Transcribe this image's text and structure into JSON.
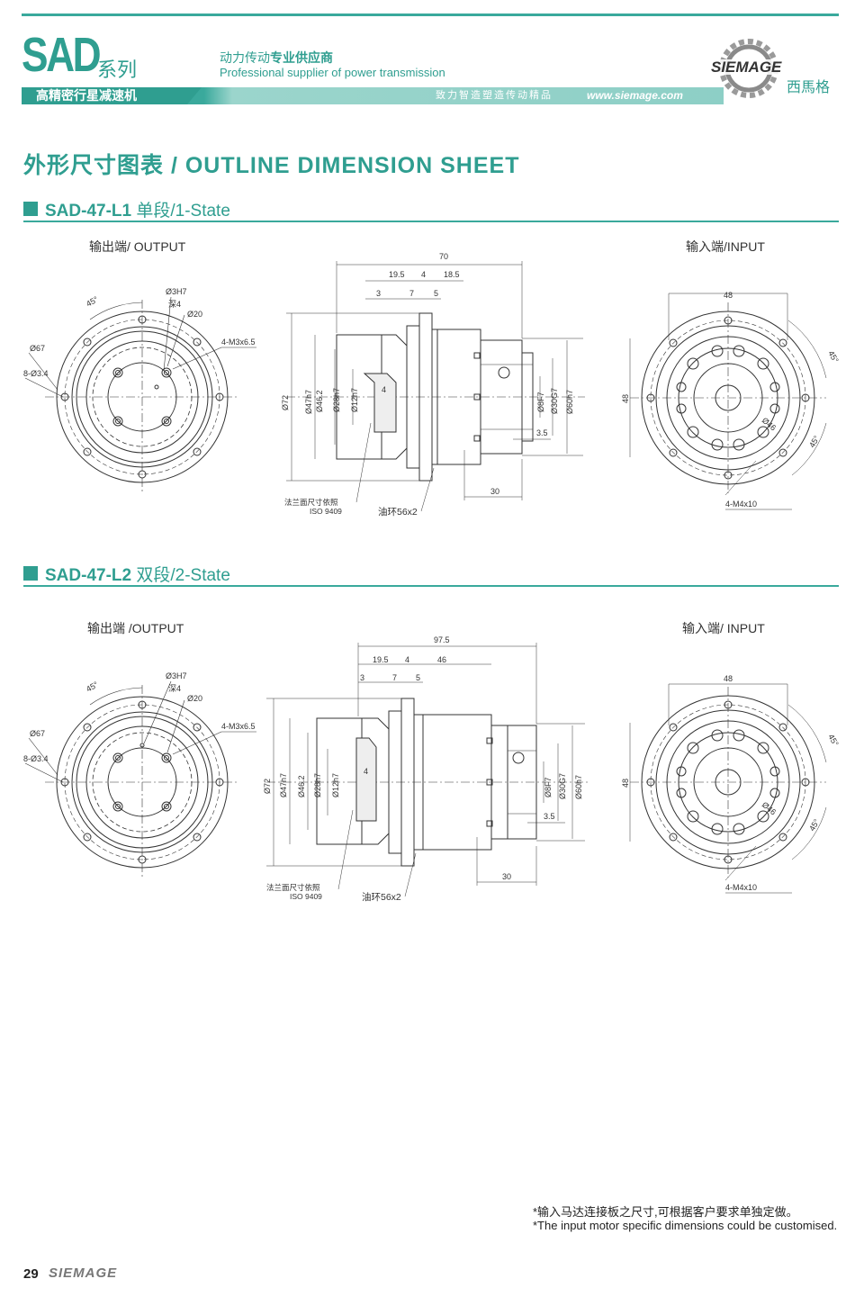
{
  "header": {
    "series_code": "SAD",
    "series_suffix": "系列",
    "product_line": "高精密行星减速机",
    "slogan_cn_prefix": "动力传动",
    "slogan_cn_bold": "专业供应商",
    "slogan_en": "Professional supplier of power transmission",
    "tagline_cn": "致力智造塑造传动精品",
    "website": "www.siemage.com",
    "logo_en": "SIEMAGE",
    "logo_cn": "西馬格"
  },
  "page_title": "外形尺寸图表 / OUTLINE DIMENSION SHEET",
  "sections": [
    {
      "model": "SAD-47-L1",
      "stage": "单段/1-State",
      "output_label": "输出端/ OUTPUT",
      "input_label": "输入端/INPUT",
      "output_dims": {
        "angle": "45°",
        "d3": "Ø3H7",
        "depth": "深4",
        "d20": "Ø20",
        "thread": "4-M3x6.5",
        "d67": "Ø67",
        "holes": "8-Ø3.4"
      },
      "side_dims": {
        "total": "70",
        "a": "19.5",
        "b": "4",
        "c": "18.5",
        "d": "3",
        "e": "7",
        "f": "5",
        "d72": "Ø72",
        "d47": "Ø47h7",
        "d46": "Ø46.2",
        "d28": "Ø28h7",
        "d12": "Ø12h7",
        "key": "4",
        "d8": "Ø8F7",
        "d30": "Ø30G7",
        "d60": "Ø60h7",
        "t35": "3.5",
        "l30": "30",
        "flange_note": "法兰面尺寸依照",
        "iso": "ISO 9409",
        "oilring": "油环56x2"
      },
      "input_dims": {
        "w48": "48",
        "h48": "48",
        "a45a": "45°",
        "a45b": "45°",
        "d46": "Ø46",
        "thread": "4-M4x10"
      }
    },
    {
      "model": "SAD-47-L2",
      "stage": "双段/2-State",
      "output_label": "输出端 /OUTPUT",
      "input_label": "输入端/ INPUT",
      "output_dims": {
        "angle": "45°",
        "d3": "Ø3H7",
        "depth": "深4",
        "d20": "Ø20",
        "thread": "4-M3x6.5",
        "d67": "Ø67",
        "holes": "8-Ø3.4"
      },
      "side_dims": {
        "total": "97.5",
        "a": "19.5",
        "b": "4",
        "c": "46",
        "d": "3",
        "e": "7",
        "f": "5",
        "d72": "Ø72",
        "d47": "Ø47h7",
        "d46": "Ø46.2",
        "d28": "Ø28h7",
        "d12": "Ø12h7",
        "key": "4",
        "d8": "Ø8F7",
        "d30": "Ø30G7",
        "d60": "Ø60h7",
        "t35": "3.5",
        "l30": "30",
        "flange_note": "法兰面尺寸依照",
        "iso": "ISO 9409",
        "oilring": "油环56x2"
      },
      "input_dims": {
        "w48": "48",
        "h48": "48",
        "a45a": "45°",
        "a45b": "45°",
        "d46": "Ø46",
        "thread": "4-M4x10"
      }
    }
  ],
  "notes": {
    "cn": "*输入马达连接板之尺寸,可根据客户要求单独定做。",
    "en": "*The input motor specific dimensions could be customised."
  },
  "footer": {
    "page_number": "29",
    "brand": "SIEMAGE"
  },
  "colors": {
    "accent": "#2f9e90",
    "accent_light": "#8dcfc6"
  }
}
